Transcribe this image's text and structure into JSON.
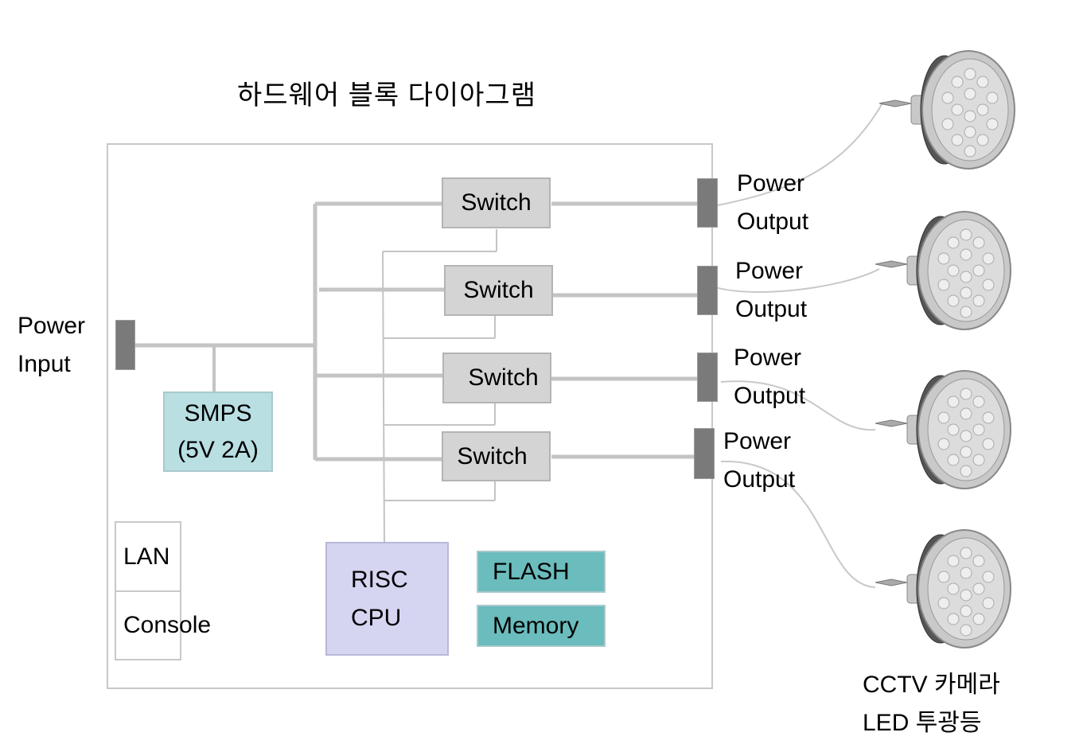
{
  "title": "하드웨어 블록 다이아그램",
  "power_input": {
    "line1": "Power",
    "line2": "Input"
  },
  "smps": {
    "line1": "SMPS",
    "line2": "(5V 2A)"
  },
  "switches": [
    "Switch",
    "Switch",
    "Switch",
    "Switch"
  ],
  "outputs": [
    {
      "line1": "Power",
      "line2": "Output"
    },
    {
      "line1": "Power",
      "line2": "Output"
    },
    {
      "line1": "Power",
      "line2": "Output"
    },
    {
      "line1": "Power",
      "line2": "Output"
    }
  ],
  "lan": "LAN",
  "console": "Console",
  "cpu": {
    "line1": "RISC",
    "line2": "CPU"
  },
  "flash": "FLASH",
  "memory": "Memory",
  "lamp_caption": {
    "line1": "CCTV 카메라",
    "line2": "LED 투광등"
  },
  "colors": {
    "switch_fill": "#d4d4d4",
    "smps_fill": "#b9dfe3",
    "cpu_fill": "#d5d5f2",
    "memory_fill": "#6bbcbd",
    "port_fill": "#7a7a7a",
    "wire": "#c4c4c4"
  }
}
